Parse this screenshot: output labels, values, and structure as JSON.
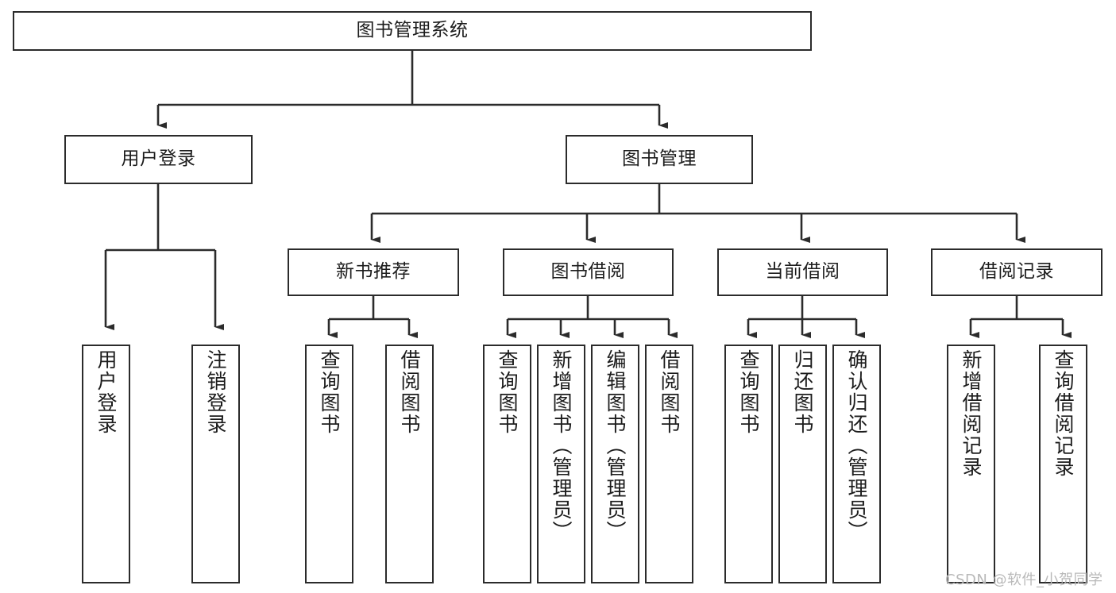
{
  "diagram": {
    "type": "tree-hierarchy",
    "title": "图书管理系统",
    "root": {
      "id": "root",
      "label": "图书管理系统",
      "orientation": "horizontal"
    },
    "level2": [
      {
        "id": "user-login",
        "label": "用户登录",
        "orientation": "horizontal"
      },
      {
        "id": "book-manage",
        "label": "图书管理",
        "orientation": "horizontal"
      }
    ],
    "level3": [
      {
        "id": "new-book-recommend",
        "label": "新书推荐",
        "orientation": "horizontal",
        "parent": "book-manage"
      },
      {
        "id": "book-borrow",
        "label": "图书借阅",
        "orientation": "horizontal",
        "parent": "book-manage"
      },
      {
        "id": "current-borrow",
        "label": "当前借阅",
        "orientation": "horizontal",
        "parent": "book-manage"
      },
      {
        "id": "borrow-record",
        "label": "借阅记录",
        "orientation": "horizontal",
        "parent": "book-manage"
      }
    ],
    "leaves": [
      {
        "id": "leaf-user-login",
        "label": "用户登录",
        "parent": "user-login",
        "orientation": "vertical"
      },
      {
        "id": "leaf-logout-login",
        "label": "注销登录",
        "parent": "user-login",
        "orientation": "vertical"
      },
      {
        "id": "leaf-query-book-1",
        "label": "查询图书",
        "parent": "new-book-recommend",
        "orientation": "vertical"
      },
      {
        "id": "leaf-borrow-book-1",
        "label": "借阅图书",
        "parent": "new-book-recommend",
        "orientation": "vertical"
      },
      {
        "id": "leaf-query-book-2",
        "label": "查询图书",
        "parent": "book-borrow",
        "orientation": "vertical"
      },
      {
        "id": "leaf-add-book",
        "label": "新增图书（管理员）",
        "parent": "book-borrow",
        "orientation": "vertical"
      },
      {
        "id": "leaf-edit-book",
        "label": "编辑图书（管理员）",
        "parent": "book-borrow",
        "orientation": "vertical"
      },
      {
        "id": "leaf-borrow-book-2",
        "label": "借阅图书",
        "parent": "book-borrow",
        "orientation": "vertical"
      },
      {
        "id": "leaf-query-book-3",
        "label": "查询图书",
        "parent": "current-borrow",
        "orientation": "vertical"
      },
      {
        "id": "leaf-return-book",
        "label": "归还图书",
        "parent": "current-borrow",
        "orientation": "vertical"
      },
      {
        "id": "leaf-confirm-return",
        "label": "确认归还（管理员）",
        "parent": "current-borrow",
        "orientation": "vertical"
      },
      {
        "id": "leaf-add-borrow-record",
        "label": "新增借阅记录",
        "parent": "borrow-record",
        "orientation": "vertical"
      },
      {
        "id": "leaf-query-borrow-record",
        "label": "查询借阅记录",
        "parent": "borrow-record",
        "orientation": "vertical"
      }
    ],
    "colors": {
      "box_border": "#2b2b2b",
      "box_fill": "#ffffff",
      "connector": "#2b2b2b",
      "text": "#1c1c1c",
      "watermark": "#b9b9b9",
      "background": "#ffffff"
    }
  },
  "watermark": {
    "text": "CSDN @软件_小贺同学"
  }
}
